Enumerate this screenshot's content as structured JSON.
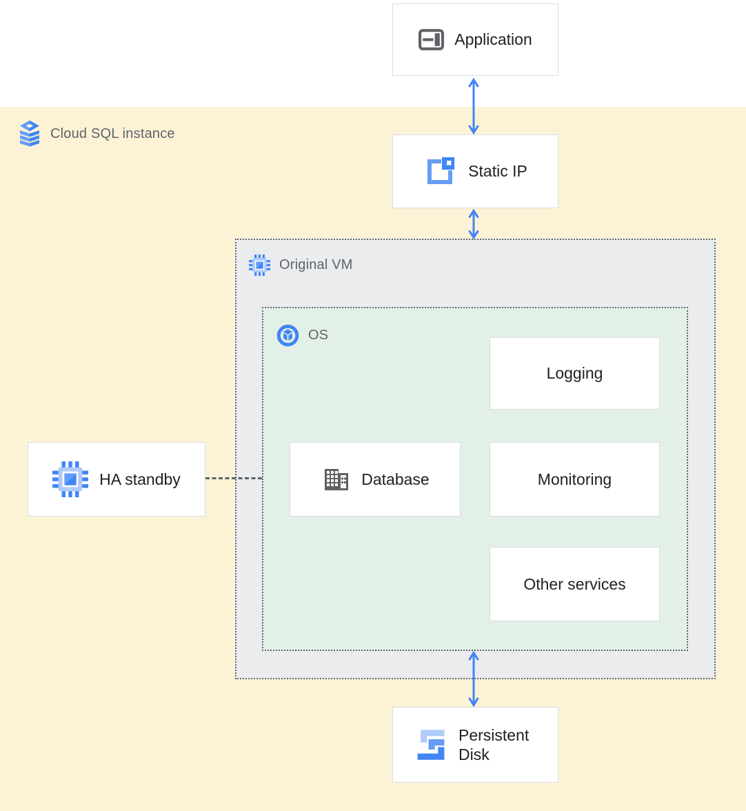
{
  "diagram": {
    "zones": {
      "cloud_sql": {
        "label": "Cloud SQL instance",
        "bg": "#FCF3D7",
        "border": "none"
      },
      "original_vm": {
        "label": "Original VM",
        "bg": "#EAECEE",
        "border": "dotted"
      },
      "os": {
        "label": "OS",
        "bg": "#E3F0E7",
        "border": "dotted"
      }
    },
    "nodes": {
      "application": {
        "label": "Application"
      },
      "static_ip": {
        "label": "Static IP"
      },
      "ha_standby": {
        "label": "HA standby"
      },
      "database": {
        "label": "Database"
      },
      "logging": {
        "label": "Logging"
      },
      "monitoring": {
        "label": "Monitoring"
      },
      "other_services": {
        "label": "Other services"
      },
      "persistent_disk": {
        "label": "Persistent Disk"
      }
    },
    "connections": [
      {
        "from": "application",
        "to": "static_ip",
        "style": "bidirectional-arrow"
      },
      {
        "from": "static_ip",
        "to": "original_vm",
        "style": "bidirectional-arrow"
      },
      {
        "from": "os",
        "to": "persistent_disk",
        "style": "bidirectional-arrow"
      },
      {
        "from": "ha_standby",
        "to": "os",
        "style": "dashed-line"
      }
    ],
    "icons": {
      "application": "application-window-icon",
      "cloud_sql": "cloud-sql-layers-icon",
      "static_ip": "static-ip-icon",
      "original_vm": "compute-engine-chip-icon",
      "ha_standby": "compute-engine-chip-icon",
      "os": "os-cube-circle-icon",
      "database": "database-building-icon",
      "persistent_disk": "persistent-disk-steps-icon"
    },
    "colors": {
      "arrow_blue": "#4285F4",
      "icon_blue_dark": "#4285F4",
      "icon_blue_medium": "#669DF6",
      "icon_blue_light": "#AECBFA",
      "icon_gray": "#5F6368",
      "zone_label_gray": "#5F6368",
      "node_text": "#202124",
      "node_border": "#DADCE0",
      "dotted_border": "#5F6368",
      "zone_yellow": "#FCF3D7",
      "zone_gray": "#EAECEE",
      "zone_green": "#E3F0E7"
    }
  }
}
